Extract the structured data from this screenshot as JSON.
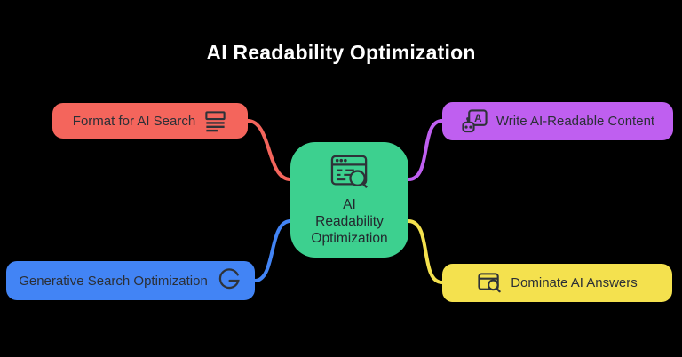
{
  "title": "AI Readability Optimization",
  "center": {
    "icon": "browser-search-icon",
    "lines": [
      "AI",
      "Readability",
      "Optimization"
    ],
    "color": "#3dd08f"
  },
  "branches": [
    {
      "label": "Format for AI Search",
      "icon": "article-lines-icon",
      "color": "#f4655c"
    },
    {
      "label": "Write AI-Readable Content",
      "icon": "ai-robot-letter-icon",
      "icon_letter": "A",
      "color": "#bf5ff0"
    },
    {
      "label": "Generative Search Optimization",
      "icon": "g-monogram-icon",
      "color": "#4284f5"
    },
    {
      "label": "Dominate AI Answers",
      "icon": "browser-magnifier-icon",
      "color": "#f4e14e"
    }
  ],
  "colors": {
    "background": "#000000",
    "title_text": "#ffffff",
    "node_label_text": "#2b2f36",
    "red": "#f4655c",
    "purple": "#bf5ff0",
    "blue": "#4284f5",
    "yellow": "#f4e14e",
    "green": "#3dd08f"
  }
}
